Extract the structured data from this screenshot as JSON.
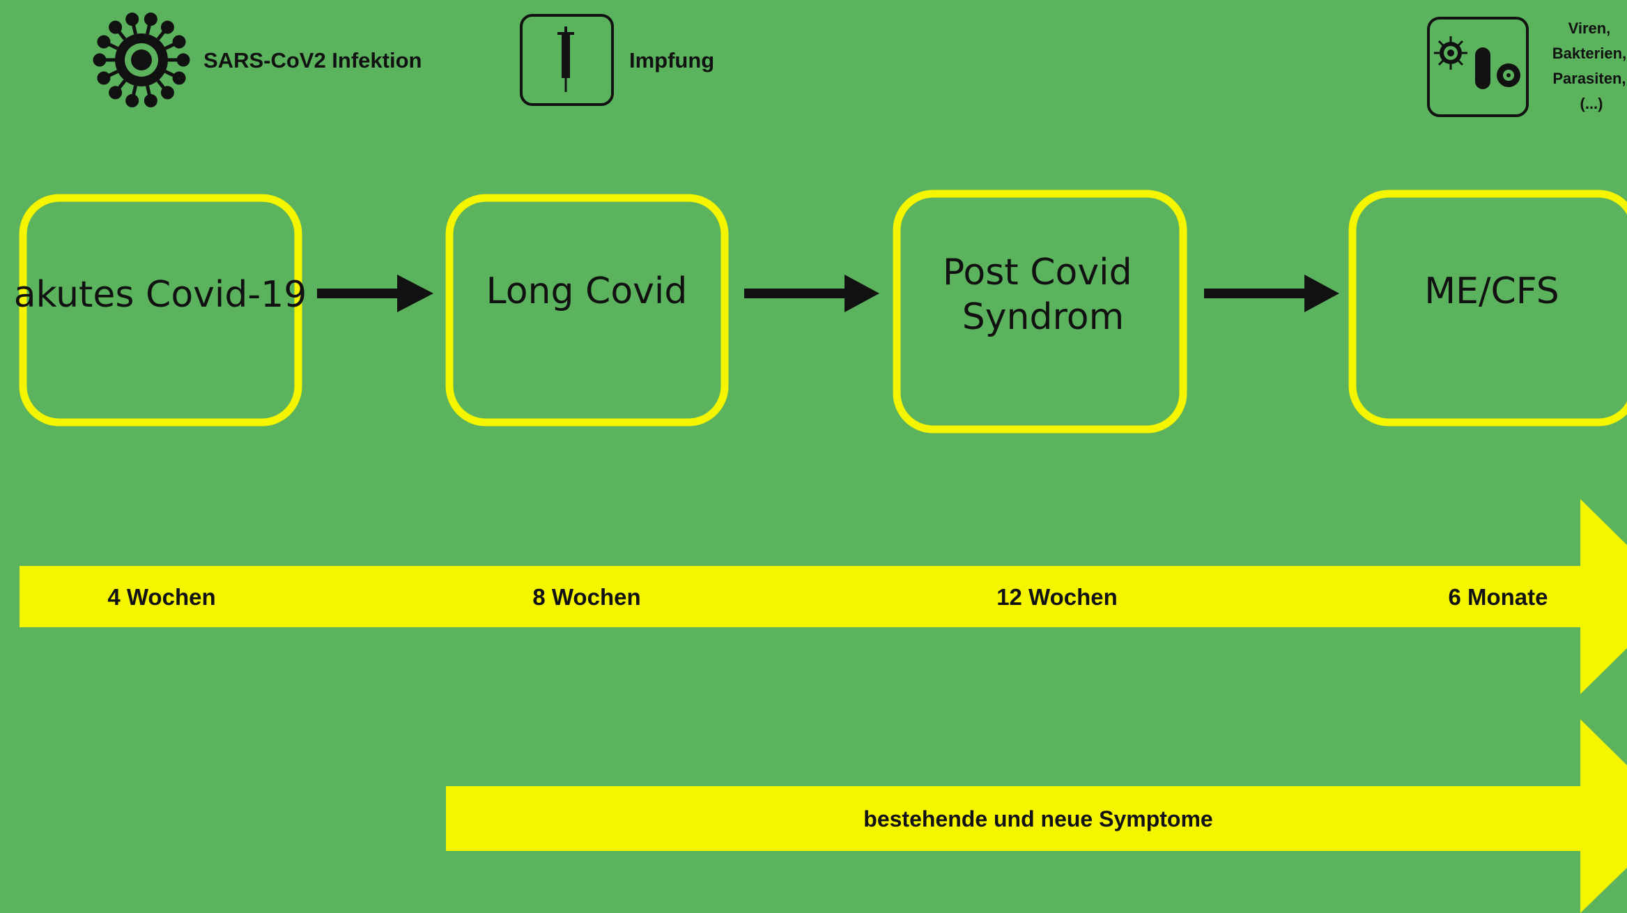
{
  "colors": {
    "background": "#5cb35e",
    "box_border": "#f5f500",
    "band": "#f5f500",
    "ink": "#111111"
  },
  "legend": [
    {
      "icon": "virus-icon",
      "label": "SARS-CoV2 Infektion"
    },
    {
      "icon": "syringe-icon",
      "label": "Impfung"
    },
    {
      "icon": "pathogens-icon",
      "lines": [
        "Viren,",
        "Bakterien,",
        "Parasiten,",
        "(...)"
      ]
    }
  ],
  "stages": [
    {
      "lines": [
        "akutes Covid-19"
      ]
    },
    {
      "lines": [
        "Long Covid"
      ]
    },
    {
      "lines": [
        "Post Covid",
        "Syndrom"
      ]
    },
    {
      "lines": [
        "ME/CFS"
      ]
    }
  ],
  "timeline": {
    "labels": [
      "4 Wochen",
      "8 Wochen",
      "12 Wochen",
      "6 Monate"
    ]
  },
  "symptoms": {
    "label": "bestehende und neue Symptome"
  }
}
